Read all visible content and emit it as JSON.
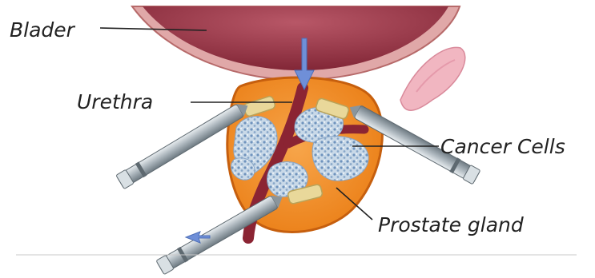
{
  "labels": {
    "bladder": "Blader",
    "urethra": "Urethra",
    "cancer_cells": "Cancer Cells",
    "prostate_gland": "Prostate gland"
  },
  "colors": {
    "bladder_outer": "#8e2d3c",
    "bladder_inner": "#b04a5a",
    "bladder_lining": "#d9a3a3",
    "prostate": "#f28c22",
    "prostate_rim": "#c65f0e",
    "urethra": "#8b2433",
    "cancer_cells": "#aac4dd",
    "seed": "#e9d89a",
    "needle": "#b7bfc5",
    "flow_arrow": "#6f8fd8",
    "seminal_vesicle": "#f1b6c1",
    "label_text": "#222222"
  },
  "icons": {
    "flow_arrow": "down-arrow-icon",
    "needle": "needle-icon",
    "seed": "seed-icon"
  }
}
